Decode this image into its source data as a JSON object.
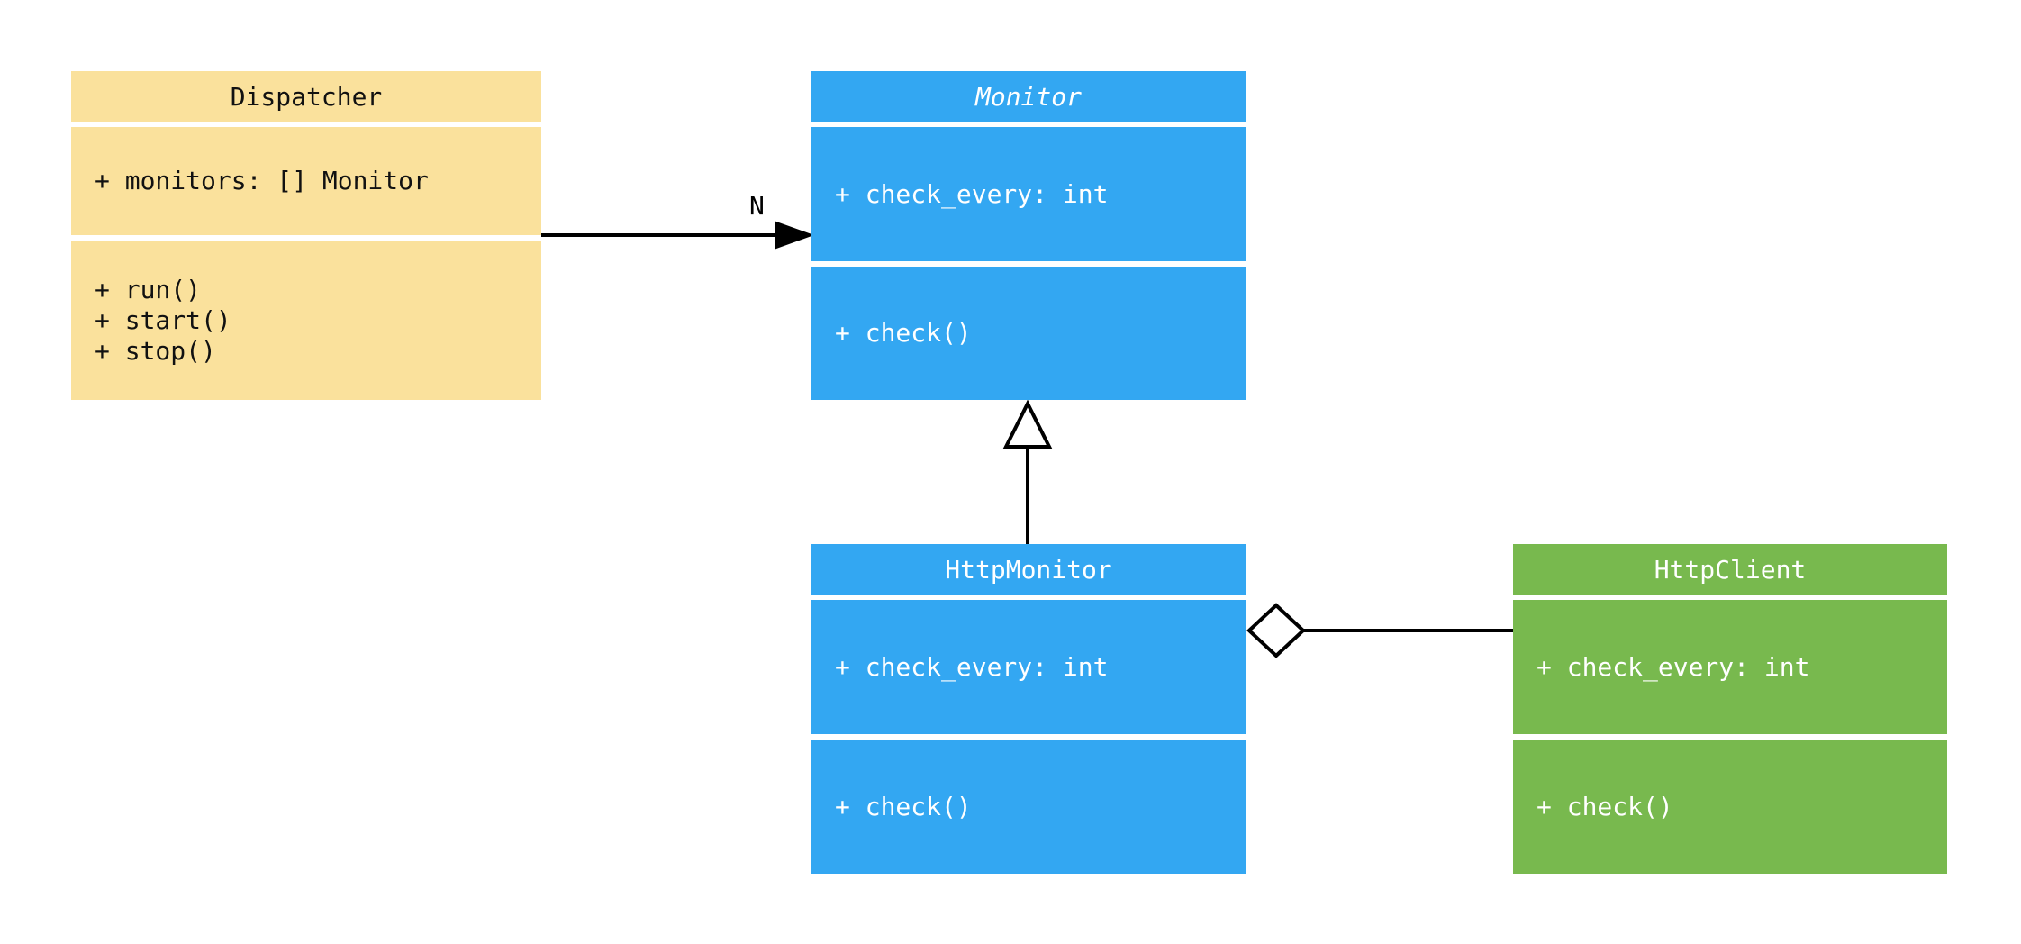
{
  "diagram": {
    "type": "uml-class-diagram",
    "background": "#ffffff",
    "line_color": "#000000",
    "classes": [
      {
        "name": "Dispatcher",
        "abstract": false,
        "fill": "#FAE19C",
        "text_color": "#111111",
        "attributes": [
          "+ monitors: [] Monitor"
        ],
        "methods": [
          "+ run()",
          "+ start()",
          "+ stop()"
        ]
      },
      {
        "name": "Monitor",
        "abstract": true,
        "fill": "#33A7F2",
        "text_color": "#ffffff",
        "attributes": [
          "+ check_every: int"
        ],
        "methods": [
          "+ check()"
        ]
      },
      {
        "name": "HttpMonitor",
        "abstract": false,
        "fill": "#33A7F2",
        "text_color": "#ffffff",
        "attributes": [
          "+ check_every: int"
        ],
        "methods": [
          "+ check()"
        ]
      },
      {
        "name": "HttpClient",
        "abstract": false,
        "fill": "#78B94E",
        "text_color": "#ffffff",
        "attributes": [
          "+ check_every: int"
        ],
        "methods": [
          "+ check()"
        ]
      }
    ],
    "relations": [
      {
        "type": "directed-association",
        "from": "Dispatcher",
        "to": "Monitor",
        "label": "N"
      },
      {
        "type": "inheritance",
        "from": "HttpMonitor",
        "to": "Monitor",
        "label": ""
      },
      {
        "type": "aggregation",
        "from": "HttpMonitor",
        "to": "HttpClient",
        "label": ""
      }
    ]
  }
}
